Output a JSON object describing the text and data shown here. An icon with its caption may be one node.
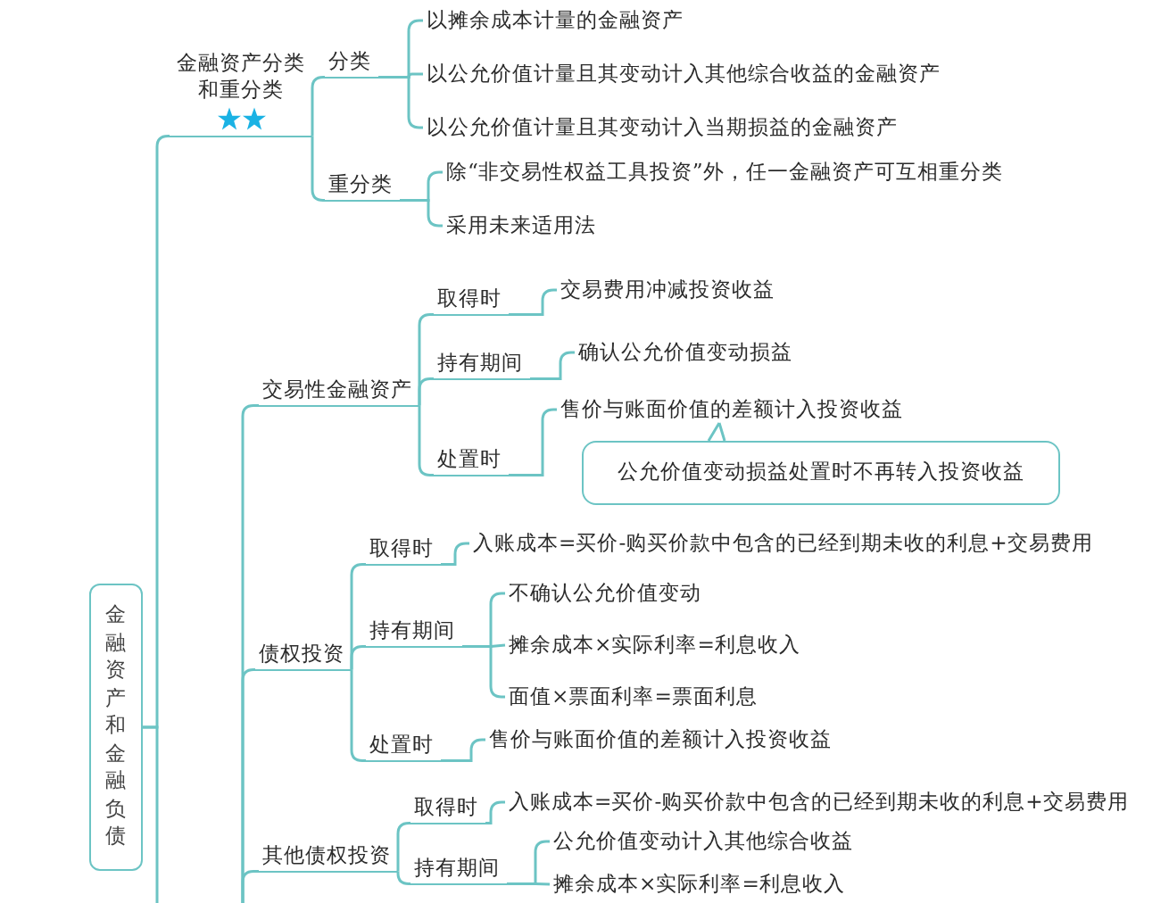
{
  "diagram": {
    "nodes": [
      {
        "text": [
          "金融资产和金融负债"
        ]
      },
      {
        "text": [
          "金融资产分类和重分类"
        ]
      },
      {
        "text": [
          "分类"
        ]
      },
      {
        "text": [
          "以摊余成本计量的金融资产"
        ]
      },
      {
        "text": [
          "以公允价值计量且其变动计入其他综合收益的金融资产"
        ]
      },
      {
        "text": [
          "以公允价值计量且其变动计入当期损益的金融资产"
        ]
      },
      {
        "text": [
          "重分类"
        ]
      },
      {
        "text": [
          "除“非交易性权益工具投资”外，任一金融资产可互相重分类"
        ]
      },
      {
        "text": [
          "采用未来适用法"
        ]
      },
      {
        "text": [
          "交易性金融资产"
        ]
      },
      {
        "text": [
          "取得时"
        ]
      },
      {
        "text": [
          "交易费用冲减投资收益"
        ]
      },
      {
        "text": [
          "持有期间"
        ]
      },
      {
        "text": [
          "确认公允价值变动损益"
        ]
      },
      {
        "text": [
          "处置时"
        ]
      },
      {
        "text": [
          "售价与账面价值的差额计入投资收益"
        ]
      },
      {
        "text": [
          "公允价值变动损益处置时不再转入投资收益"
        ]
      },
      {
        "text": [
          "债权投资"
        ]
      },
      {
        "text": [
          "取得时"
        ]
      },
      {
        "text": [
          "入账成本=买价-购买价款中包含的已经到期未收的利息+交易费用"
        ]
      },
      {
        "text": [
          "持有期间"
        ]
      },
      {
        "text": [
          "不确认公允价值变动"
        ]
      },
      {
        "text": [
          "摊余成本×实际利率=利息收入"
        ]
      },
      {
        "text": [
          "面值×票面利率=票面利息"
        ]
      },
      {
        "text": [
          "处置时"
        ]
      },
      {
        "text": [
          "售价与账面价值的差额计入投资收益"
        ]
      },
      {
        "text": [
          "其他债权投资"
        ]
      },
      {
        "text": [
          "取得时"
        ]
      },
      {
        "text": [
          "入账成本=买价-购买价款中包含的已经到期未收的利息+交易费用"
        ]
      },
      {
        "text": [
          "持有期间"
        ]
      },
      {
        "text": [
          "公允价值变动计入其他综合收益"
        ]
      },
      {
        "text": [
          "摊余成本×实际利率=利息收入"
        ]
      }
    ],
    "edges": [
      {
        "from": 0,
        "to": 1,
        "arrow": "none"
      },
      {
        "from": 1,
        "to": 2,
        "arrow": "none"
      },
      {
        "from": 1,
        "to": 6,
        "arrow": "none"
      },
      {
        "from": 2,
        "to": 3,
        "arrow": "none"
      },
      {
        "from": 2,
        "to": 4,
        "arrow": "none"
      },
      {
        "from": 2,
        "to": 5,
        "arrow": "none"
      },
      {
        "from": 6,
        "to": 7,
        "arrow": "none"
      },
      {
        "from": 6,
        "to": 8,
        "arrow": "none"
      },
      {
        "from": null,
        "to": 9,
        "arrow": "none"
      },
      {
        "from": 9,
        "to": 10,
        "arrow": "none"
      },
      {
        "from": 9,
        "to": 12,
        "arrow": "none"
      },
      {
        "from": 9,
        "to": 14,
        "arrow": "none"
      },
      {
        "from": 10,
        "to": 11,
        "arrow": "none"
      },
      {
        "from": 12,
        "to": 13,
        "arrow": "none"
      },
      {
        "from": 14,
        "to": 15,
        "arrow": "none"
      },
      {
        "from": 15,
        "to": 16,
        "arrow": "none"
      },
      {
        "from": null,
        "to": 17,
        "arrow": "none"
      },
      {
        "from": 17,
        "to": 18,
        "arrow": "none"
      },
      {
        "from": 17,
        "to": 20,
        "arrow": "none"
      },
      {
        "from": 17,
        "to": 24,
        "arrow": "none"
      },
      {
        "from": 18,
        "to": 19,
        "arrow": "none"
      },
      {
        "from": 20,
        "to": 21,
        "arrow": "none"
      },
      {
        "from": 20,
        "to": 22,
        "arrow": "none"
      },
      {
        "from": 20,
        "to": 23,
        "arrow": "none"
      },
      {
        "from": 24,
        "to": 25,
        "arrow": "none"
      },
      {
        "from": null,
        "to": 26,
        "arrow": "none"
      },
      {
        "from": 26,
        "to": 27,
        "arrow": "none"
      },
      {
        "from": 26,
        "to": 29,
        "arrow": "none"
      },
      {
        "from": 27,
        "to": 28,
        "arrow": "none"
      },
      {
        "from": 29,
        "to": 30,
        "arrow": "none"
      },
      {
        "from": 29,
        "to": 31,
        "arrow": "none"
      },
      {
        "from": 0,
        "to": null,
        "arrow": "none"
      }
    ]
  }
}
